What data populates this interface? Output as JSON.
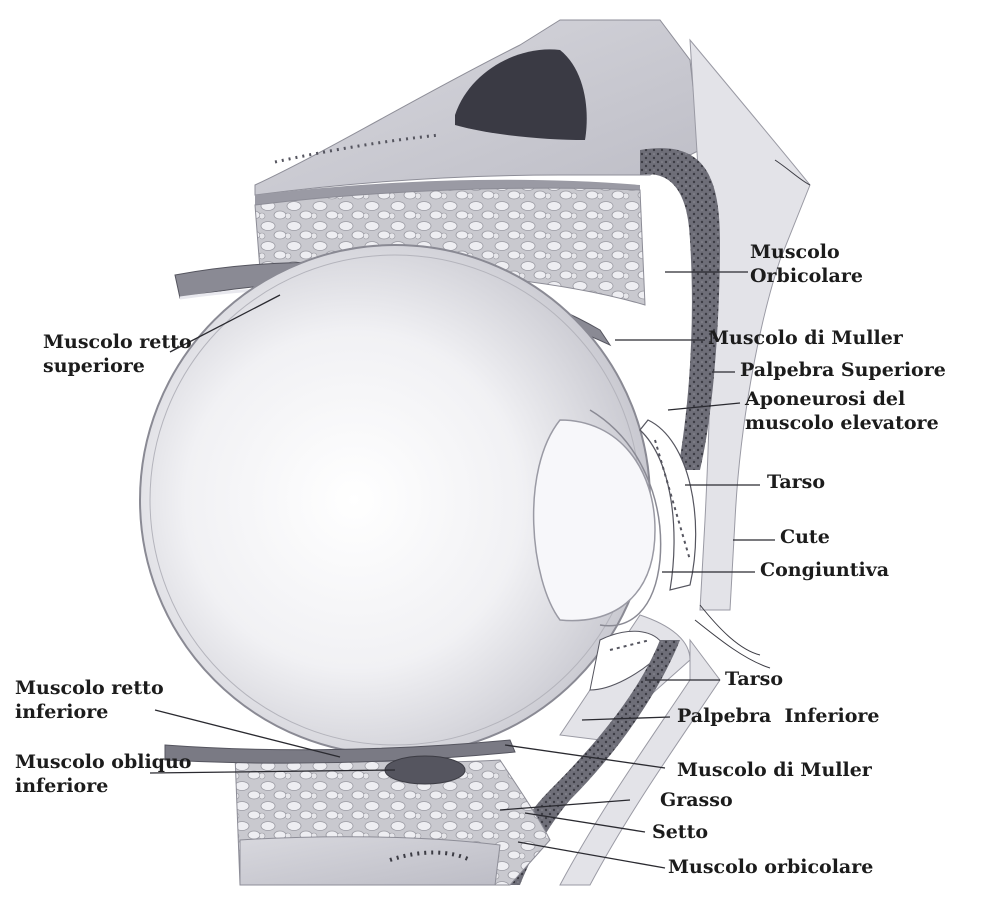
{
  "labels": {
    "muscolo_orbicolare_top": "Muscolo\nOrbicolare",
    "muscolo_di_muller_top": "Muscolo di Muller",
    "palpebra_superiore": "Palpebra Superiore",
    "aponeurosi": "Aponeurosi del\nmuscolo elevatore",
    "tarso_top": "Tarso",
    "cute": "Cute",
    "congiuntiva": "Congiuntiva",
    "tarso_bottom": "Tarso",
    "palpebra_inferiore": "Palpebra  Inferiore",
    "muscolo_di_muller_bottom": "Muscolo di Muller",
    "grasso": "Grasso",
    "setto": "Setto",
    "muscolo_orbicolare_bottom": "Muscolo orbicolare",
    "muscolo_retto_superiore": "Muscolo retto\nsuperiore",
    "muscolo_retto_inferiore": "Muscolo retto\ninferiore",
    "muscolo_obliquo_inferiore": "Muscolo obliquo\ninferiore"
  }
}
